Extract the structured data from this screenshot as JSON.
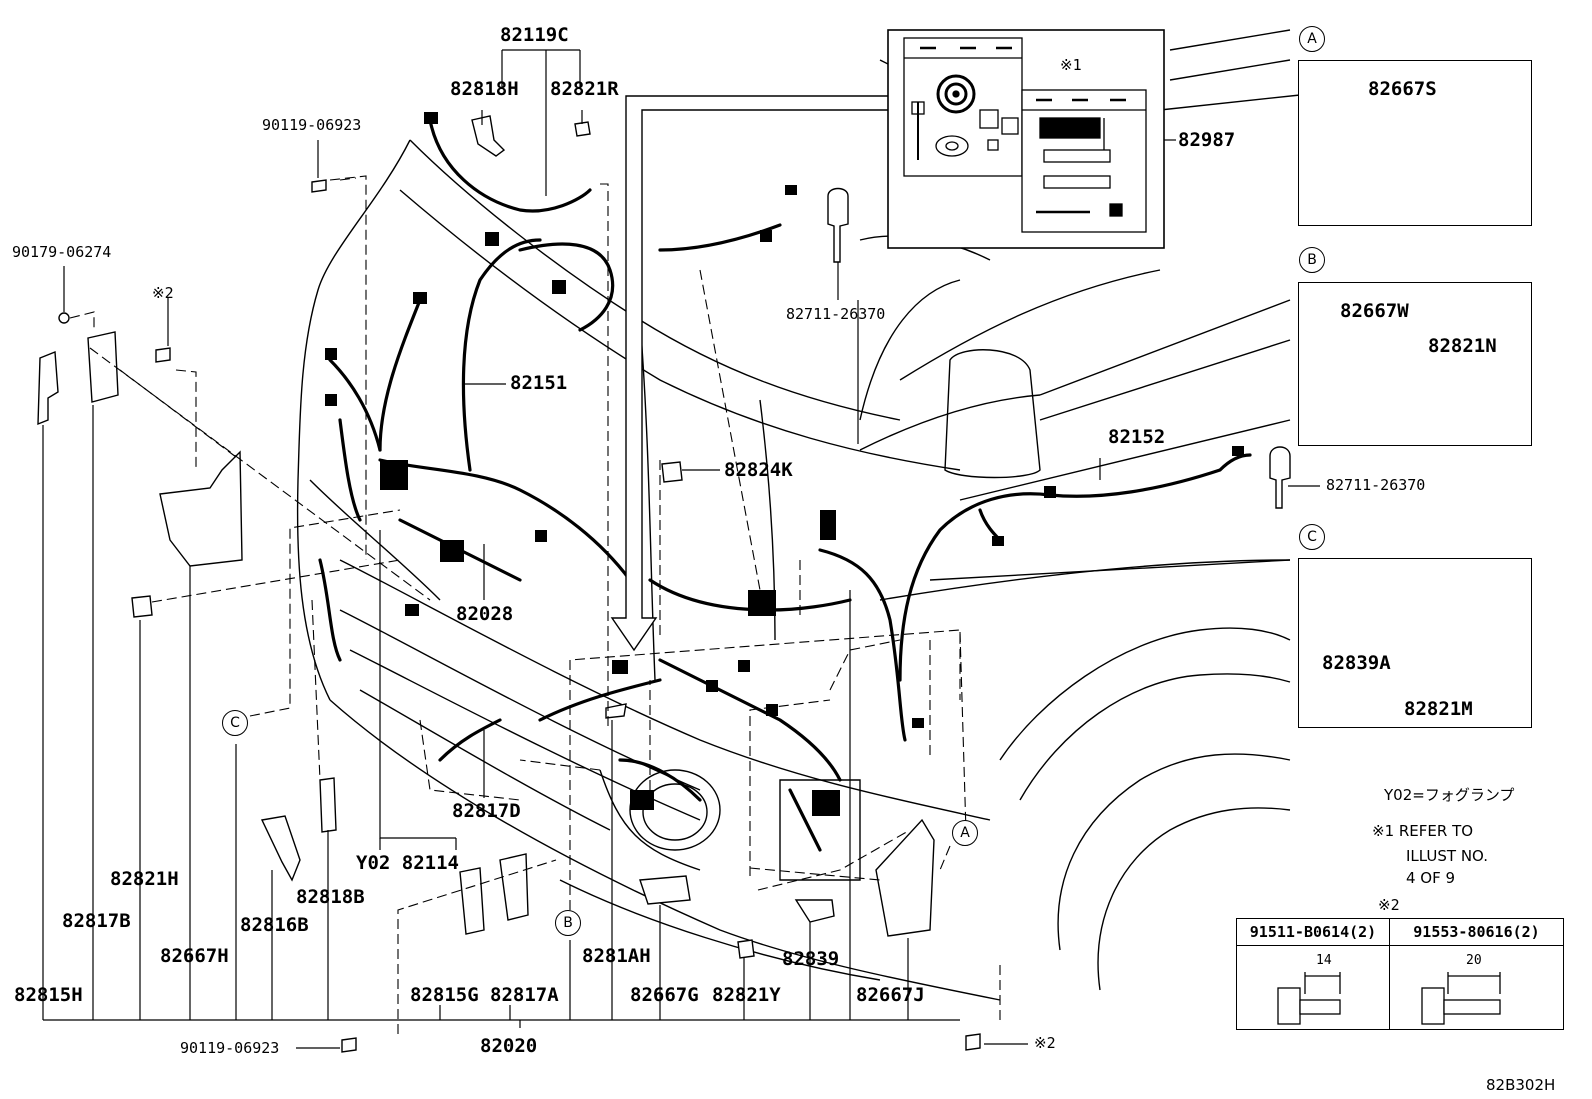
{
  "diagram_code": "82B302H",
  "labels": {
    "p82119C": "82119C",
    "p82818H": "82818H",
    "p82821R": "82821R",
    "p90119_top": "90119-06923",
    "p90179": "90179-06274",
    "p82151": "82151",
    "p82987": "82987",
    "p82711_top": "82711-26370",
    "p82824K": "82824K",
    "p82028": "82028",
    "p82152": "82152",
    "p82711_right": "82711-26370",
    "p82817D": "82817D",
    "p82114": "Y02 82114",
    "p82821H": "82821H",
    "p82817B": "82817B",
    "p82667H": "82667H",
    "p82816B": "82816B",
    "p82818B": "82818B",
    "p82815H": "82815H",
    "p82815G": "82815G",
    "p82817A": "82817A",
    "p8281AH": "8281AH",
    "p82667G": "82667G",
    "p82821Y": "82821Y",
    "p82839": "82839",
    "p82667J": "82667J",
    "p90119_bottom": "90119-06923",
    "p82020": "82020",
    "mark2_bottom": "※2",
    "mark2_left": "※2",
    "mark1": "※1"
  },
  "callouts": {
    "A": "A",
    "B": "B",
    "C": "C"
  },
  "detail_A": {
    "part": "82667S"
  },
  "detail_B": {
    "part1": "82667W",
    "part2": "82821N"
  },
  "detail_C": {
    "part1": "82839A",
    "part2": "82821M"
  },
  "notes": {
    "y02": "Y02=フォグランプ",
    "refer_line1": "※1 REFER TO",
    "refer_line2": "ILLUST NO.",
    "refer_line3": "4 OF 9",
    "mark2_table": "※2"
  },
  "bolt_table": {
    "col1_header": "91511-B0614(2)",
    "col1_dim": "14",
    "col2_header": "91553-80616(2)",
    "col2_dim": "20"
  }
}
